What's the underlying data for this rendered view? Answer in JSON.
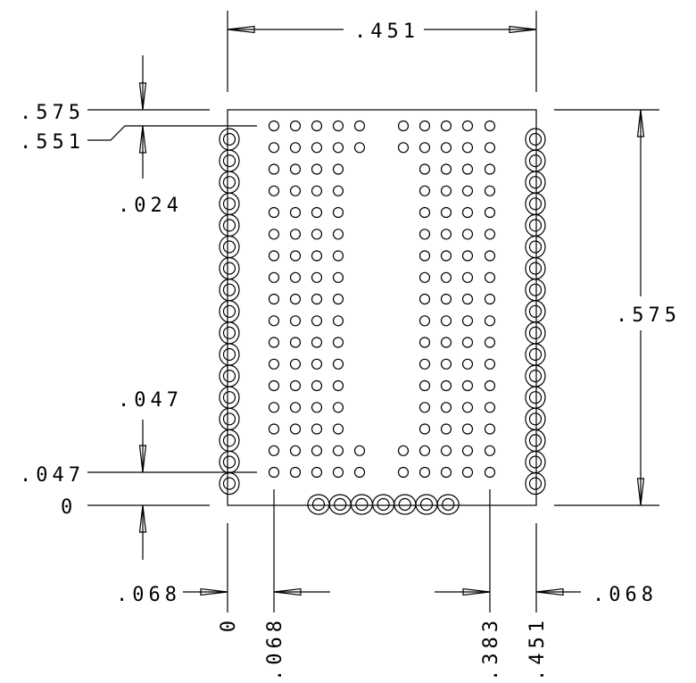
{
  "drawing": {
    "units": "inch",
    "colors": {
      "line": "#000000",
      "background": "#ffffff"
    },
    "package_width": 0.451,
    "package_height": 0.575,
    "labels": {
      "top_width": ".451",
      "left_top": ".575",
      "left_second": ".551",
      "left_gap": ".024",
      "left_pitch": ".047",
      "left_lower": ".047",
      "left_zero": "0",
      "right_height": ".575",
      "bottom_left_offset": ".068",
      "bottom_right_offset": ".068",
      "bottom_x_0": "0",
      "bottom_x_068": ".068",
      "bottom_x_383": ".383",
      "bottom_x_451": ".451"
    },
    "pin_grid": {
      "row_count": 17,
      "left_block_columns": 4,
      "right_block_columns": 4,
      "row_extra_columns": [
        1,
        1,
        0,
        0,
        0,
        0,
        0,
        0,
        0,
        0,
        0,
        0,
        0,
        0,
        0,
        1,
        1
      ]
    },
    "side_pads": {
      "left_count": 17,
      "right_count": 17,
      "bottom_count": 7
    }
  }
}
